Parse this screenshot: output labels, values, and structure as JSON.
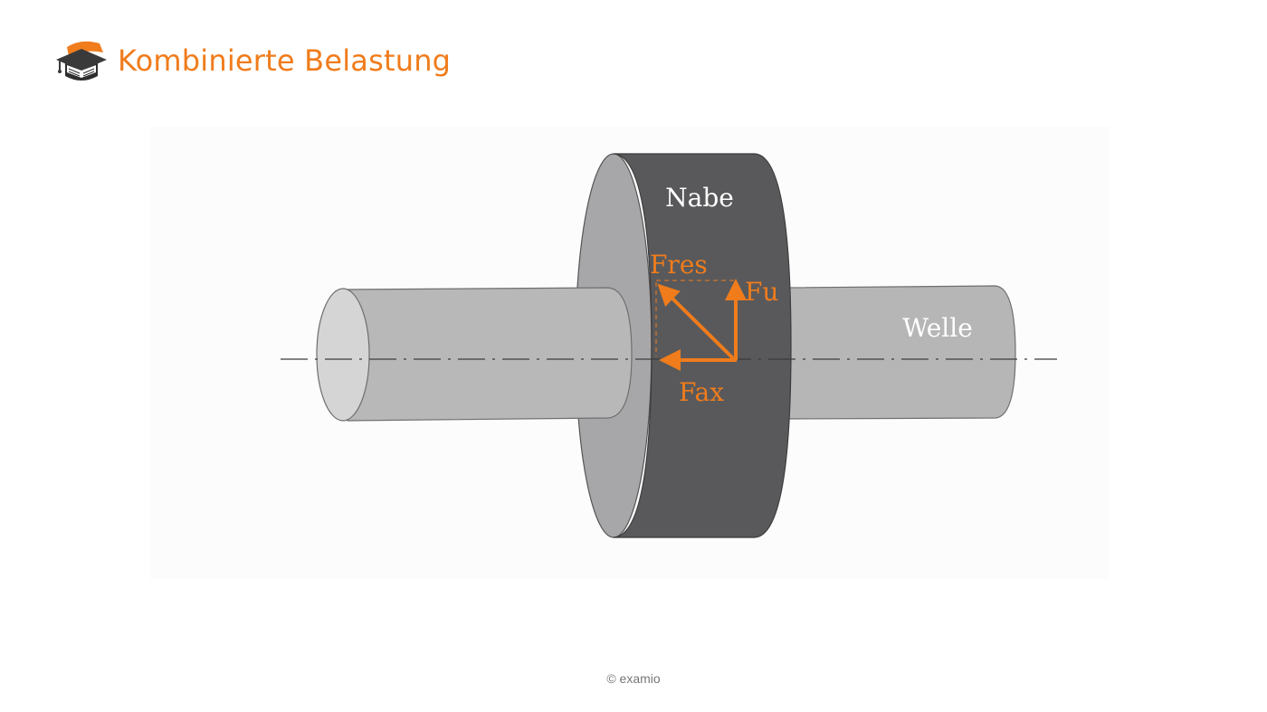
{
  "header": {
    "title": "Kombinierte Belastung",
    "logo_icon": "graduation-cap-icon"
  },
  "diagram": {
    "labels": {
      "hub": "Nabe",
      "shaft": "Welle",
      "resultant_force": "Fres",
      "circumferential_force": "Fu",
      "axial_force": "Fax"
    }
  },
  "footer": {
    "copyright": "© examio"
  },
  "colors": {
    "accent": "#f07c1c",
    "hub_face": "#5a5a5c",
    "hub_side": "#a6a6a8",
    "shaft": "#b8b8b8",
    "shaft_end": "#d4d4d4"
  }
}
